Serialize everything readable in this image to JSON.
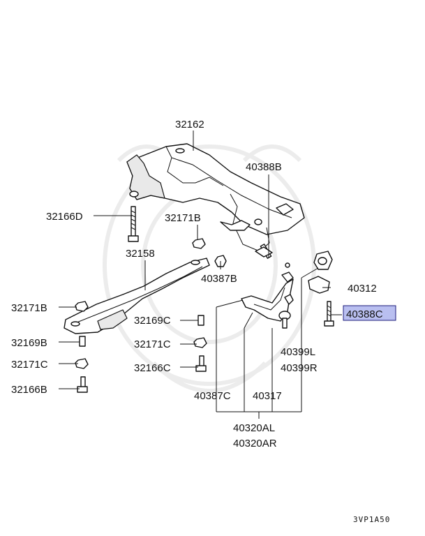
{
  "parts": {
    "p32162": "32162",
    "p40388B": "40388B",
    "p32166D": "32166D",
    "p32171B_top": "32171B",
    "p32158": "32158",
    "p40387B": "40387B",
    "p40312": "40312",
    "p40388C": "40388C",
    "p32171B_left": "32171B",
    "p32169C": "32169C",
    "p32169B": "32169B",
    "p32171C_mid": "32171C",
    "p32171C_left": "32171C",
    "p32166C": "32166C",
    "p32166B": "32166B",
    "p40399L": "40399L",
    "p40399R": "40399R",
    "p40387C": "40387C",
    "p40317": "40317",
    "p40320AL": "40320AL",
    "p40320AR": "40320AR"
  },
  "highlight": {
    "part": "40388C",
    "color": "#b9bff0"
  },
  "diagram_ref": "3VP1A50"
}
